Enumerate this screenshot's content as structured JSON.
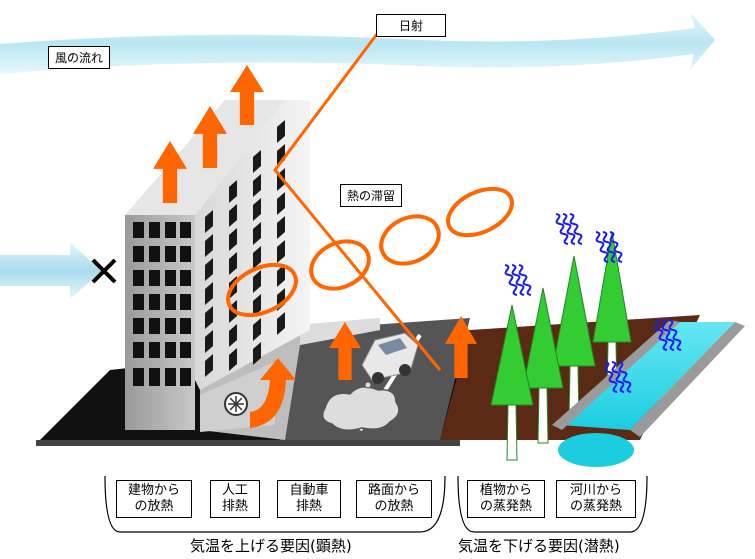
{
  "labels": {
    "wind": "風の流れ",
    "sunlight": "日射",
    "heat_stagnation": "熱の滞留"
  },
  "factors_raise": [
    {
      "line1": "建物から",
      "line2": "の放熱"
    },
    {
      "line1": "人工",
      "line2": "排熱"
    },
    {
      "line1": "自動車",
      "line2": "排熱"
    },
    {
      "line1": "路面から",
      "line2": "の放熱"
    }
  ],
  "factors_lower": [
    {
      "line1": "植物から",
      "line2": "の蒸発熱"
    },
    {
      "line1": "河川から",
      "line2": "の蒸発熱"
    }
  ],
  "captions": {
    "raise": "気温を上げる要因(顕熱)",
    "lower": "気温を下げる要因(潜熱)"
  },
  "colors": {
    "heat_arrow": "#ff6600",
    "wind": "#c8ecf4",
    "tree": "#33cc33",
    "river": "#33ddee",
    "evaporation": "#1a1aee"
  }
}
